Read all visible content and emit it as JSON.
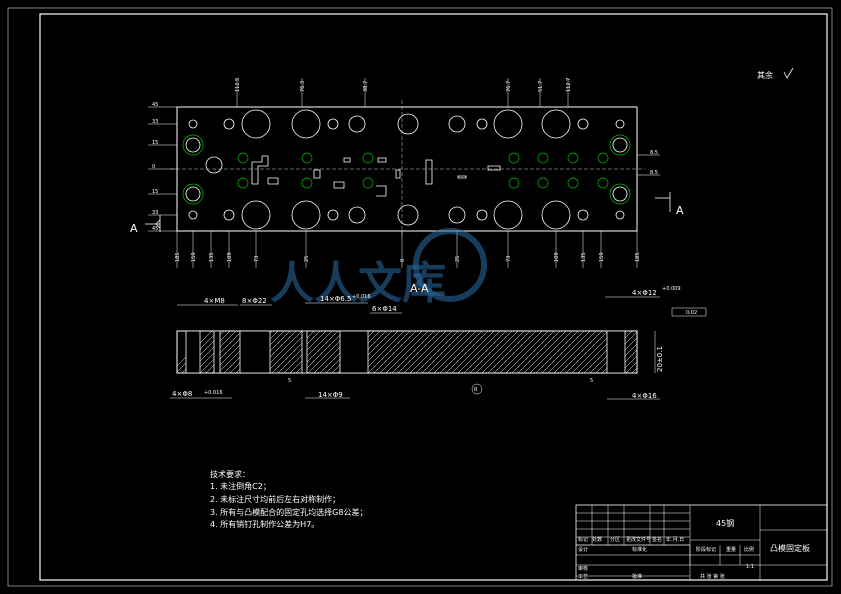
{
  "roughness_note": "其余",
  "top_dims": [
    "112.5",
    "76.3",
    "38.7",
    "76.7",
    "51.7",
    "112.7"
  ],
  "left_dims": [
    "45",
    "33",
    "15",
    "0",
    "15",
    "33",
    "45"
  ],
  "bottom_dims": [
    "185",
    "159",
    "135",
    "109",
    "73",
    "25",
    "0",
    "25",
    "73",
    "109",
    "135",
    "159",
    "185"
  ],
  "right_dims": [
    "8.5",
    "8.5"
  ],
  "section_label_left": "A",
  "section_label_right": "A",
  "section_title": "A-A",
  "section_dims": {
    "d1": "4×M8",
    "d2": "8×Φ22",
    "d3": "14×Φ6.5",
    "d3_tol": "+0.016",
    "d4": "6×Φ14",
    "d5": "4×Φ12",
    "d5_tol": "+0.009",
    "d6": "4×Φ8",
    "d6_tol": "+0.016",
    "d7": "14×Φ9",
    "d8": "4×Φ16",
    "thickness": "20±0.1",
    "flatness": "0.02",
    "depth1": "5",
    "depth2": "5",
    "circle_r": "R"
  },
  "watermark": "人人文库",
  "tech_title": "技术要求：",
  "tech_reqs": [
    "1. 未注倒角C2；",
    "2. 未标注尺寸均前后左右对称制作；",
    "3. 所有与凸模配合的固定孔均选择G8公差；",
    "4. 所有销钉孔制作公差为H7。"
  ],
  "title_block": {
    "material": "45钢",
    "part_name": "凸模固定板",
    "scale": "1:1",
    "sheet": "共 张 第 张",
    "row_labels": [
      "标记",
      "设计",
      "审核",
      "工艺"
    ],
    "col_labels": [
      "处数",
      "分区",
      "更改文件号",
      "签名",
      "年.月.日"
    ],
    "sub_labels": [
      "标准化",
      "批准",
      "阶段标记",
      "重量",
      "比例"
    ]
  }
}
